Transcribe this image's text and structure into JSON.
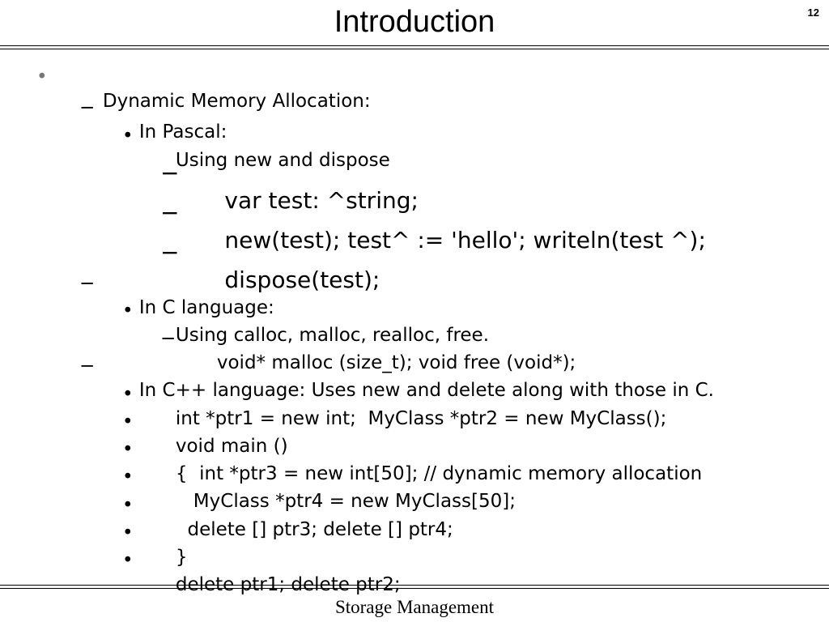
{
  "slide": {
    "title": "Introduction",
    "page_number": "12",
    "footer": "Storage Management"
  },
  "outline": [
    {
      "level": 1,
      "marker": "•",
      "text": "Dynamic Memory Allocation:"
    },
    {
      "level": 2,
      "marker": "−",
      "text": "In Pascal:"
    },
    {
      "level": 3,
      "marker": "•",
      "text": "Using new and dispose"
    },
    {
      "level": 4,
      "marker": "−",
      "text": "var test: ^string;"
    },
    {
      "level": 4,
      "marker": "−",
      "text": "new(test); test^ := 'hello'; writeln(test ^);"
    },
    {
      "level": 4,
      "marker": "−",
      "text": "dispose(test);"
    },
    {
      "level": 2,
      "marker": "−",
      "text": "In C language:"
    },
    {
      "level": 3,
      "marker": "•",
      "text": "Using calloc, malloc, realloc, free."
    },
    {
      "level": 4,
      "marker": "−",
      "text": "void* malloc (size_t); void free (void*);"
    },
    {
      "level": 2,
      "marker": "−",
      "text": "In C++ language: Uses new and delete along with those in C."
    },
    {
      "level": 3,
      "marker": "•",
      "text": "int *ptr1 = new int;  MyClass *ptr2 = new MyClass();"
    },
    {
      "level": 3,
      "marker": "•",
      "text": "void main ()"
    },
    {
      "level": 3,
      "marker": "•",
      "text": "{  int *ptr3 = new int[50]; // dynamic memory allocation"
    },
    {
      "level": 3,
      "marker": "•",
      "text": "   MyClass *ptr4 = new MyClass[50];"
    },
    {
      "level": 3,
      "marker": "•",
      "text": "  delete [] ptr3; delete [] ptr4;"
    },
    {
      "level": 3,
      "marker": "•",
      "text": "}"
    },
    {
      "level": 3,
      "marker": "•",
      "text": "delete ptr1; delete ptr2;"
    }
  ]
}
